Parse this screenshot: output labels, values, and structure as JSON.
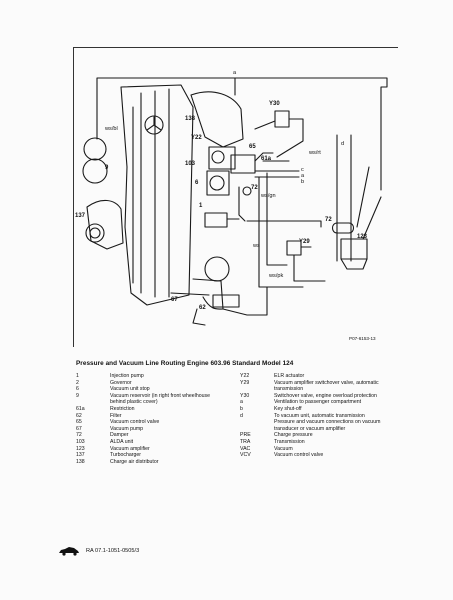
{
  "diagram": {
    "top_label": "a",
    "labels": {
      "y30": "Y30",
      "n138": "138",
      "y22": "Y22",
      "n65": "65",
      "n61a": "61a",
      "n103": "103",
      "n6": "6",
      "n72a": "72",
      "n1": "1",
      "n9": "9",
      "n137": "137",
      "n67": "67",
      "n62": "62",
      "y29": "Y29",
      "n72b": "72",
      "n123": "123",
      "d": "d",
      "c": "c",
      "a": "a",
      "b": "b",
      "ws_bl": "ws/bl",
      "ws_rt": "ws/rt",
      "ws_gn": "ws/gn",
      "ws_pk": "ws/pk",
      "ws": "ws"
    },
    "ref_code": "P07-6153-13"
  },
  "caption": {
    "title": "Pressure and Vacuum Line Routing Engine 603.96 Standard Model 124"
  },
  "legend_left": [
    {
      "key": "1",
      "desc": "Injection pump"
    },
    {
      "key": "2",
      "desc": "Governor"
    },
    {
      "key": "6",
      "desc": "Vacuum unit stop"
    },
    {
      "key": "9",
      "desc": "Vacuum reservoir (in right front wheelhouse behind plastic cover)"
    },
    {
      "key": "61a",
      "desc": "Restriction"
    },
    {
      "key": "62",
      "desc": "Filter"
    },
    {
      "key": "65",
      "desc": "Vacuum control valve"
    },
    {
      "key": "67",
      "desc": "Vacuum pump"
    },
    {
      "key": "72",
      "desc": "Damper"
    },
    {
      "key": "103",
      "desc": "ALDA unit"
    },
    {
      "key": "123",
      "desc": "Vacuum amplifier"
    },
    {
      "key": "137",
      "desc": "Turbocharger"
    },
    {
      "key": "138",
      "desc": "Charge air distributor"
    }
  ],
  "legend_right": [
    {
      "key": "Y22",
      "desc": "ELR actuator"
    },
    {
      "key": "Y29",
      "desc": "Vacuum amplifier switchover valve, automatic transmission"
    },
    {
      "key": "Y30",
      "desc": "Switchover valve, engine overload protection"
    },
    {
      "key": "a",
      "desc": "Ventilation to passenger compartment"
    },
    {
      "key": "b",
      "desc": "Key shut-off"
    },
    {
      "key": "d",
      "desc": "To vacuum unit, automatic transmission"
    },
    {
      "key": "",
      "desc": "Pressure and vacuum connections on vacuum transducer or vacuum amplifier"
    },
    {
      "key": "PRE",
      "desc": "Charge pressure"
    },
    {
      "key": "TRA",
      "desc": "Transmission"
    },
    {
      "key": "VAC",
      "desc": "Vacuum"
    },
    {
      "key": "VCV",
      "desc": "Vacuum control valve"
    }
  ],
  "footer": {
    "icon": "car-icon",
    "text": "RA 07.1-1051-0505/3"
  }
}
